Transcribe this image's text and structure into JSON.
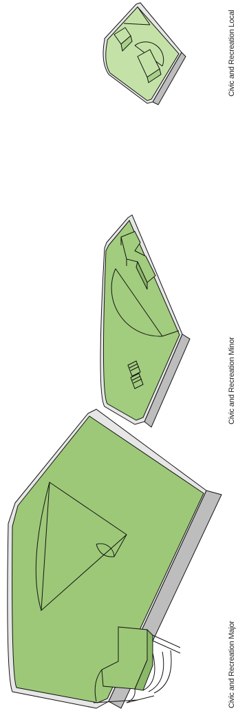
{
  "diagrams": [
    {
      "caption": "Civic and Recreation Major"
    },
    {
      "caption": "Civic and Recreation Minor"
    },
    {
      "caption": "Civic and Recreation Local"
    }
  ],
  "colors": {
    "grass_major": "#9dc878",
    "grass_minor": "#a2cc7e",
    "grass_local": "#c4e2a7",
    "base_side": "#bdbdbd",
    "base_top": "#e6e6e6",
    "outline": "#111111"
  }
}
